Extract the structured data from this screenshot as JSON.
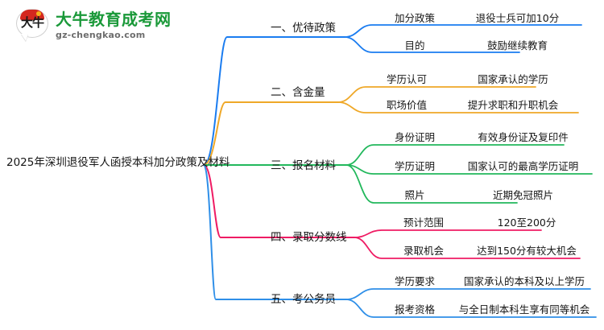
{
  "brand": {
    "logo_glyph": "大牛",
    "name": "大牛教育成考网",
    "domain": "gz-chengkao.com",
    "name_color": "#1a9939",
    "cap_color": "#d4271f"
  },
  "mindmap": {
    "root": {
      "label": "2025年深圳退役军人函授本科加分政策及材料"
    },
    "branches": [
      {
        "label": "一、优待政策",
        "color": "#1a7cf0",
        "children": [
          {
            "key": "加分政策",
            "value": "退役士兵可加10分"
          },
          {
            "key": "目的",
            "value": "鼓励继续教育"
          }
        ]
      },
      {
        "label": "二、含金量",
        "color": "#efa828",
        "children": [
          {
            "key": "学历认可",
            "value": "国家承认的学历"
          },
          {
            "key": "职场价值",
            "value": "提升求职和升职机会"
          }
        ]
      },
      {
        "label": "三、报名材料",
        "color": "#22b85c",
        "children": [
          {
            "key": "身份证明",
            "value": "有效身份证及复印件"
          },
          {
            "key": "学历证明",
            "value": "国家认可的最高学历证明"
          },
          {
            "key": "照片",
            "value": "近期免冠照片"
          }
        ]
      },
      {
        "label": "四、录取分数线",
        "color": "#ef1c64",
        "children": [
          {
            "key": "预计范围",
            "value": "120至200分"
          },
          {
            "key": "录取机会",
            "value": "达到150分有较大机会"
          }
        ]
      },
      {
        "label": "五、考公务员",
        "color": "#2f8fe8",
        "children": [
          {
            "key": "学历要求",
            "value": "国家承认的本科及以上学历"
          },
          {
            "key": "报考资格",
            "value": "与全日制本科生享有同等机会"
          }
        ]
      }
    ]
  }
}
